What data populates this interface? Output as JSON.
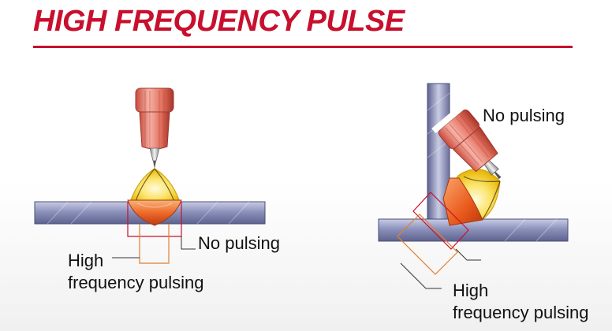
{
  "title": "HIGH FREQUENCY PULSE",
  "colors": {
    "accent": "#c8102e",
    "plate": "#8a8fb8",
    "torch": "#e07a6a",
    "arc": "#f5c400",
    "weld_pool": "#e8541e",
    "hf_outline": "#e08030"
  },
  "left_diagram": {
    "label_no_pulsing": "No pulsing",
    "label_high": "High",
    "label_hf_pulsing": "frequency pulsing"
  },
  "right_diagram": {
    "label_no_pulsing": "No pulsing",
    "label_high": "High",
    "label_hf_pulsing": "frequency pulsing"
  }
}
